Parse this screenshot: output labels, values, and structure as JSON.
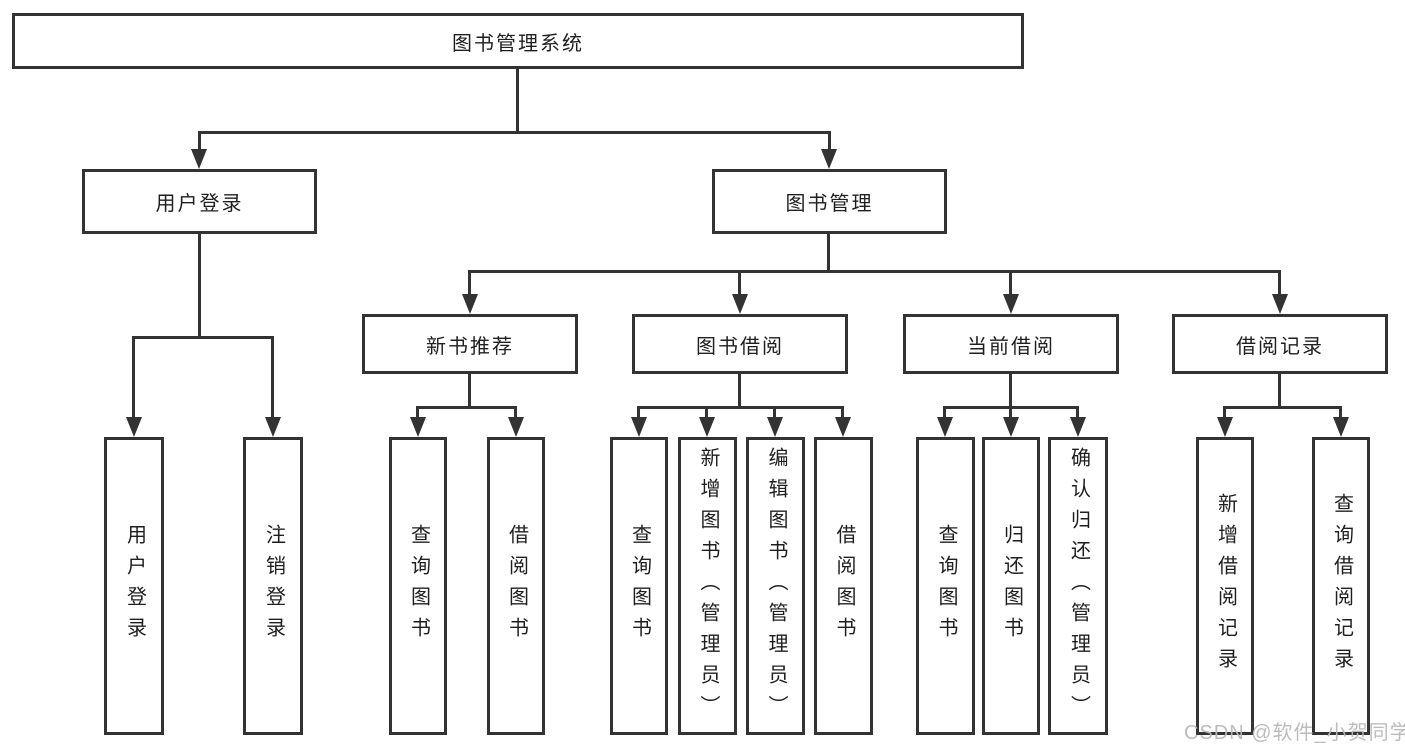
{
  "nodes": {
    "root": "图书管理系统",
    "level2": [
      "用户登录",
      "图书管理"
    ],
    "level3": [
      "新书推荐",
      "图书借阅",
      "当前借阅",
      "借阅记录"
    ],
    "leaves": [
      "用户登录",
      "注销登录",
      "查询图书",
      "借阅图书",
      "查询图书",
      "新增图书（管理员）",
      "编辑图书（管理员）",
      "借阅图书",
      "查询图书",
      "归还图书",
      "确认归还（管理员）",
      "新增借阅记录",
      "查询借阅记录"
    ]
  },
  "watermark": {
    "text": "CSDN @软件_小贺同学"
  },
  "colors": {
    "background": "#ffffff",
    "box_fill": "#ffffff",
    "box_border": "#333333",
    "line": "#333333",
    "text": "#1f1f1f",
    "watermark": "#b8b8b8"
  }
}
